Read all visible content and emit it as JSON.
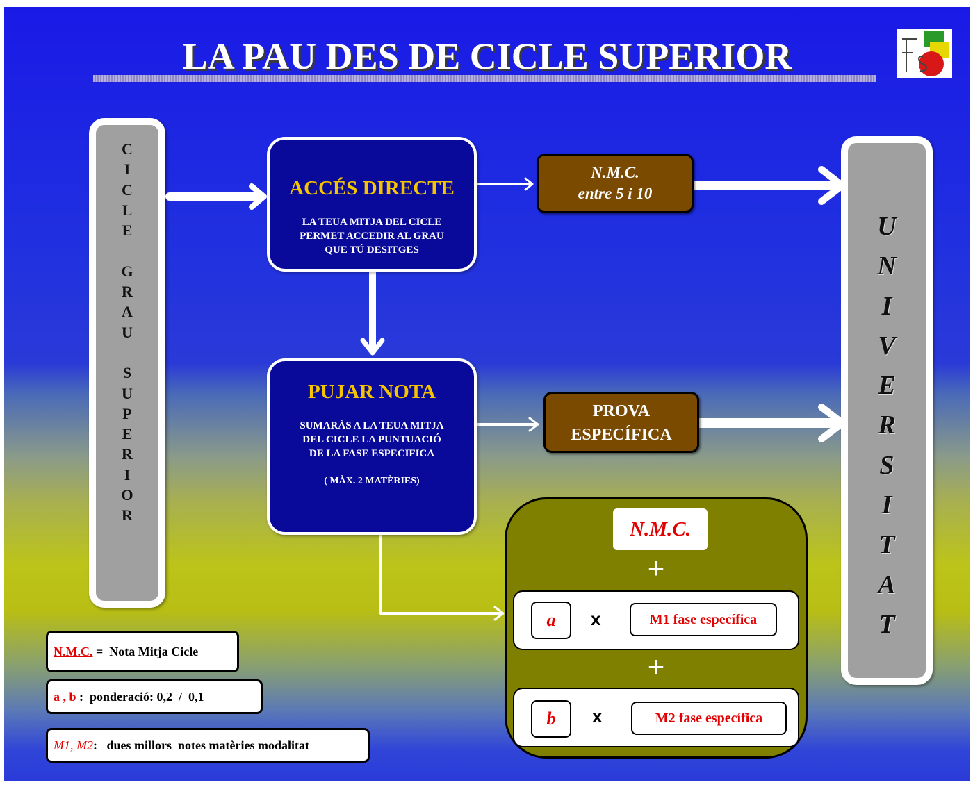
{
  "header": {
    "title": "LA PAU  DES DE  CICLE SUPERIOR"
  },
  "left_column": {
    "letters": [
      "C",
      "I",
      "C",
      "L",
      "E",
      "",
      "G",
      "R",
      "A",
      "U",
      "",
      "S",
      "U",
      "P",
      "E",
      "R",
      "I",
      "O",
      "R"
    ]
  },
  "right_column": {
    "letters": [
      "U",
      "N",
      "I",
      "V",
      "E",
      "R",
      "S",
      "I",
      "T",
      "A",
      "T"
    ]
  },
  "acces_directe": {
    "heading": "ACCÉS DIRECTE",
    "body_lines": [
      "LA TEUA MITJA DEL  CICLE",
      "PERMET ACCEDIR  AL GRAU",
      "QUE  TÚ  DESITGES"
    ]
  },
  "nmc_range": {
    "line1": "N.M.C.",
    "line2": "entre 5 i 10"
  },
  "pujar_nota": {
    "heading": "PUJAR NOTA",
    "body_lines": [
      "SUMARÀS A LA TEUA  MITJA",
      "DEL CICLE   LA PUNTUACIÓ",
      "DE LA FASE ESPECIFICA"
    ],
    "note": "( MÀX. 2  MATÈRIES)"
  },
  "prova": {
    "line1": "PROVA",
    "line2": "ESPECÍFICA"
  },
  "formula": {
    "nmc": "N.M.C.",
    "plus": "+",
    "times": "x",
    "row1": {
      "coef": "a",
      "subject": "M1   fase específica"
    },
    "row2": {
      "coef": "b",
      "subject": "M2   fase específica"
    }
  },
  "legend": {
    "item1": {
      "key": "N.M.C.",
      "text": " =  Nota Mitja Cicle"
    },
    "item2": {
      "key": "a , b",
      "text": " :  ponderació: 0,2  /  0,1"
    },
    "item3": {
      "key": "M1, M2",
      "text": ":   dues millors  notes matèries modalitat"
    }
  },
  "colors": {
    "background_top": "#1a1ae6",
    "background_mid": "#bcc41a",
    "blue_box": "#0a0a9a",
    "heading_yellow": "#f5c400",
    "brown_box": "#7a4a00",
    "formula_olive": "#808000",
    "accent_red": "#e30000",
    "column_gray": "#a0a0a0"
  }
}
